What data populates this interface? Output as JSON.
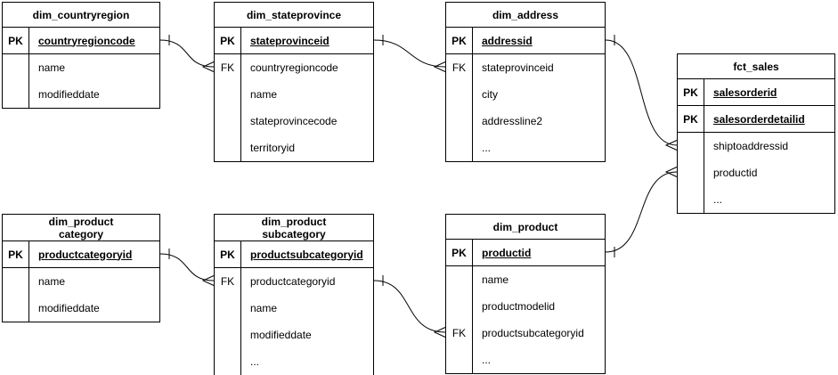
{
  "diagram": {
    "kind": "entity-relationship-diagram",
    "background_color": "#ffffff",
    "line_color": "#000000",
    "text_color": "#000000"
  },
  "tables": [
    {
      "title": "dim_countryregion",
      "rows": [
        {
          "key": "PK",
          "name": "countryregioncode"
        },
        {
          "key": "",
          "name": "name"
        },
        {
          "key": "",
          "name": "modifieddate"
        }
      ]
    },
    {
      "title": "dim_stateprovince",
      "rows": [
        {
          "key": "PK",
          "name": "stateprovinceid"
        },
        {
          "key": "FK",
          "name": "countryregioncode"
        },
        {
          "key": "",
          "name": "name"
        },
        {
          "key": "",
          "name": "stateprovincecode"
        },
        {
          "key": "",
          "name": "territoryid"
        }
      ]
    },
    {
      "title": "dim_address",
      "rows": [
        {
          "key": "PK",
          "name": "addressid"
        },
        {
          "key": "FK",
          "name": "stateprovinceid"
        },
        {
          "key": "",
          "name": "city"
        },
        {
          "key": "",
          "name": "addressline2"
        },
        {
          "key": "",
          "name": "..."
        }
      ]
    },
    {
      "title": "fct_sales",
      "rows": [
        {
          "key": "PK",
          "name": "salesorderid"
        },
        {
          "key": "PK",
          "name": "salesorderdetailid"
        },
        {
          "key": "",
          "name": "shiptoaddressid"
        },
        {
          "key": "",
          "name": "productid"
        },
        {
          "key": "",
          "name": "..."
        }
      ]
    },
    {
      "title": "dim_product\ncategory",
      "rows": [
        {
          "key": "PK",
          "name": "productcategoryid"
        },
        {
          "key": "",
          "name": "name"
        },
        {
          "key": "",
          "name": "modifieddate"
        }
      ]
    },
    {
      "title": "dim_product\nsubcategory",
      "rows": [
        {
          "key": "PK",
          "name": "productsubcategoryid"
        },
        {
          "key": "FK",
          "name": "productcategoryid"
        },
        {
          "key": "",
          "name": "name"
        },
        {
          "key": "",
          "name": "modifieddate"
        },
        {
          "key": "",
          "name": "..."
        }
      ]
    },
    {
      "title": "dim_product",
      "rows": [
        {
          "key": "PK",
          "name": "productid"
        },
        {
          "key": "",
          "name": "name"
        },
        {
          "key": "",
          "name": "productmodelid"
        },
        {
          "key": "FK",
          "name": "productsubcategoryid"
        },
        {
          "key": "",
          "name": "..."
        }
      ]
    }
  ],
  "relationships": [
    {
      "from": "dim_countryregion.countryregioncode",
      "to": "dim_stateprovince.countryregioncode",
      "from_cardinality": "one",
      "to_cardinality": "many"
    },
    {
      "from": "dim_stateprovince.stateprovinceid",
      "to": "dim_address.stateprovinceid",
      "from_cardinality": "one",
      "to_cardinality": "many"
    },
    {
      "from": "dim_address.addressid",
      "to": "fct_sales.shiptoaddressid",
      "from_cardinality": "one",
      "to_cardinality": "many"
    },
    {
      "from": "dim_product.productid",
      "to": "fct_sales.productid",
      "from_cardinality": "one",
      "to_cardinality": "many"
    },
    {
      "from": "dim_productcategory.productcategoryid",
      "to": "dim_productsubcategory.productcategoryid",
      "from_cardinality": "one",
      "to_cardinality": "many"
    },
    {
      "from": "dim_productsubcategory.productsubcategoryid",
      "to": "dim_product.productsubcategoryid",
      "from_cardinality": "one",
      "to_cardinality": "many"
    }
  ]
}
